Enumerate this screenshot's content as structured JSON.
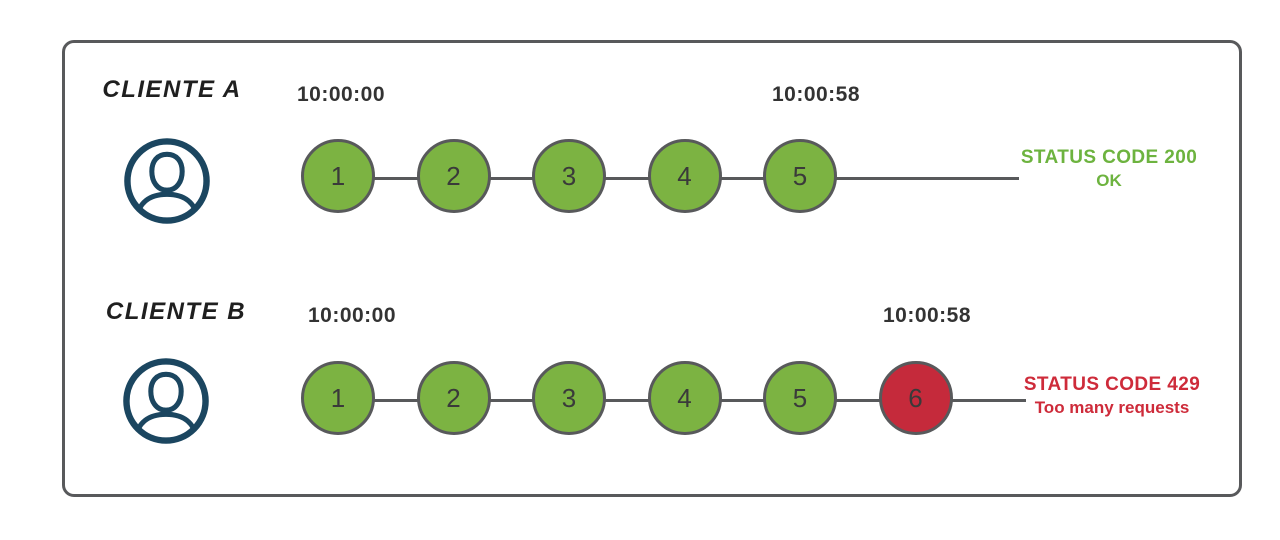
{
  "colors": {
    "ok_fill": "#7CB342",
    "blocked_fill": "#C52A3B",
    "stroke": "#58595B",
    "avatar": "#1B4660",
    "ok_text": "#6DB33F",
    "blocked_text": "#CE2B3A"
  },
  "rows": [
    {
      "client_label": "CLIENTE A",
      "start_time": "10:00:00",
      "end_time": "10:00:58",
      "requests": [
        {
          "number": "1",
          "status": "ok"
        },
        {
          "number": "2",
          "status": "ok"
        },
        {
          "number": "3",
          "status": "ok"
        },
        {
          "number": "4",
          "status": "ok"
        },
        {
          "number": "5",
          "status": "ok"
        }
      ],
      "status_code_label": "STATUS CODE 200",
      "status_message": "OK",
      "status_type": "ok"
    },
    {
      "client_label": "CLIENTE B",
      "start_time": "10:00:00",
      "end_time": "10:00:58",
      "requests": [
        {
          "number": "1",
          "status": "ok"
        },
        {
          "number": "2",
          "status": "ok"
        },
        {
          "number": "3",
          "status": "ok"
        },
        {
          "number": "4",
          "status": "ok"
        },
        {
          "number": "5",
          "status": "ok"
        },
        {
          "number": "6",
          "status": "blocked"
        }
      ],
      "status_code_label": "STATUS CODE 429",
      "status_message": "Too many requests",
      "status_type": "blocked"
    }
  ]
}
